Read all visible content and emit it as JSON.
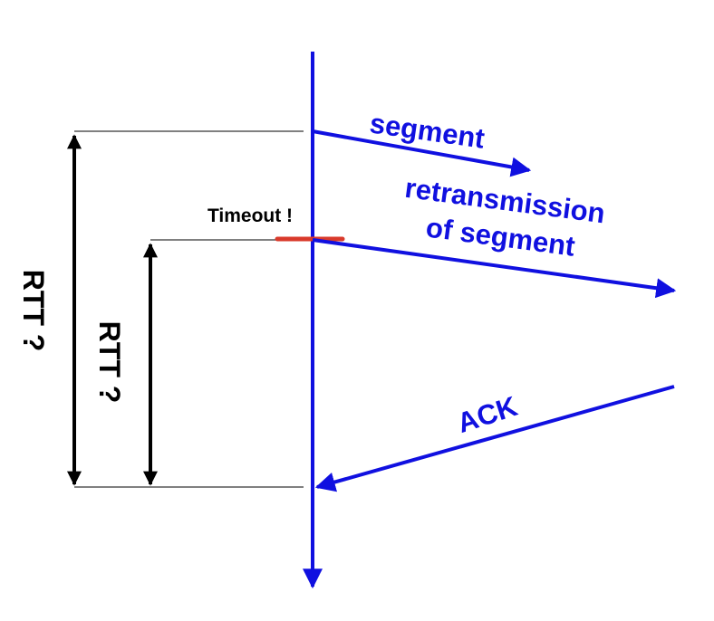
{
  "colors": {
    "arrow": "#1010e0",
    "text_blue": "#1010e0",
    "timeout_mark": "#d93a2b",
    "measure": "#000000"
  },
  "labels": {
    "segment": "segment",
    "retransmission_line1": "retransmission",
    "retransmission_line2": "of segment",
    "ack": "ACK",
    "timeout": "Timeout !",
    "rtt_outer": "RTT ?",
    "rtt_inner": "RTT ?"
  }
}
